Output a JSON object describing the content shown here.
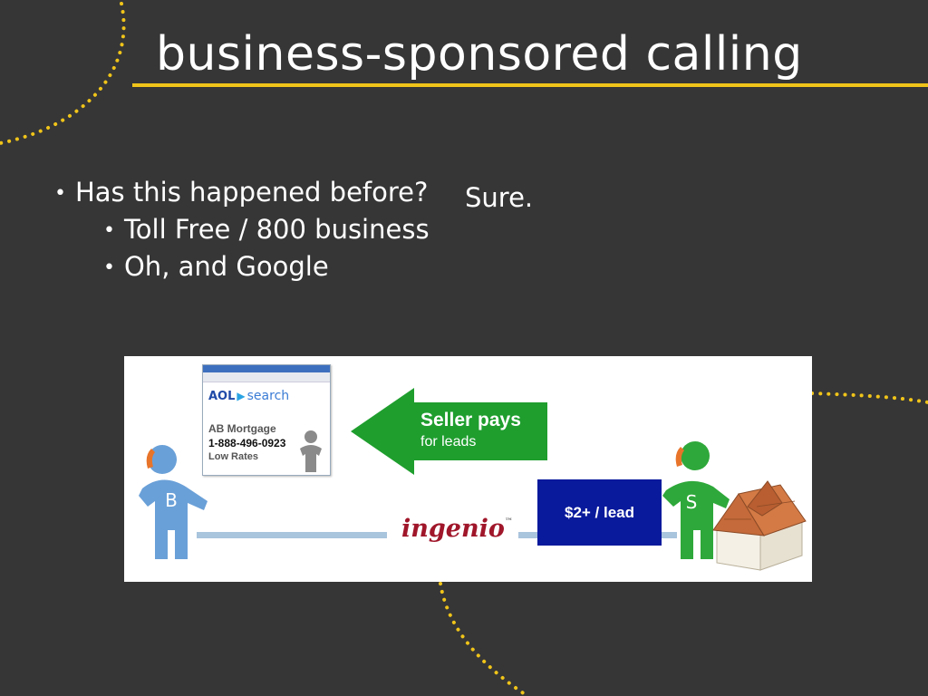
{
  "slide": {
    "title": "business-sponsored calling",
    "bullet_marker": "•",
    "bullets": [
      {
        "text": "Has this happened before?",
        "level": 1
      },
      {
        "text": "Toll Free / 800 business",
        "level": 2
      },
      {
        "text": "Oh, and Google",
        "level": 2
      }
    ],
    "answer": "Sure."
  },
  "diagram": {
    "browser": {
      "brand": "AOL",
      "search_word": "search",
      "listing_name": "AB Mortgage",
      "listing_phone": "1-888-496-0923",
      "listing_tagline": "Low Rates"
    },
    "arrow": {
      "title": "Seller pays",
      "subtitle": "for leads"
    },
    "lead_price": "$2+ / lead",
    "brand_logo": "ingenio",
    "buyer_letter": "B",
    "seller_letter": "S"
  },
  "colors": {
    "background": "#363636",
    "accent_yellow": "#f0c419",
    "arrow_green": "#1f9e2e",
    "buyer_blue": "#6aa0d8",
    "seller_green": "#2ea83a",
    "lead_box": "#0a1a9c",
    "ingenio_red": "#a0162a"
  },
  "icons": [
    "phone-icon",
    "person-icon",
    "house-icon",
    "left-arrow-icon"
  ]
}
